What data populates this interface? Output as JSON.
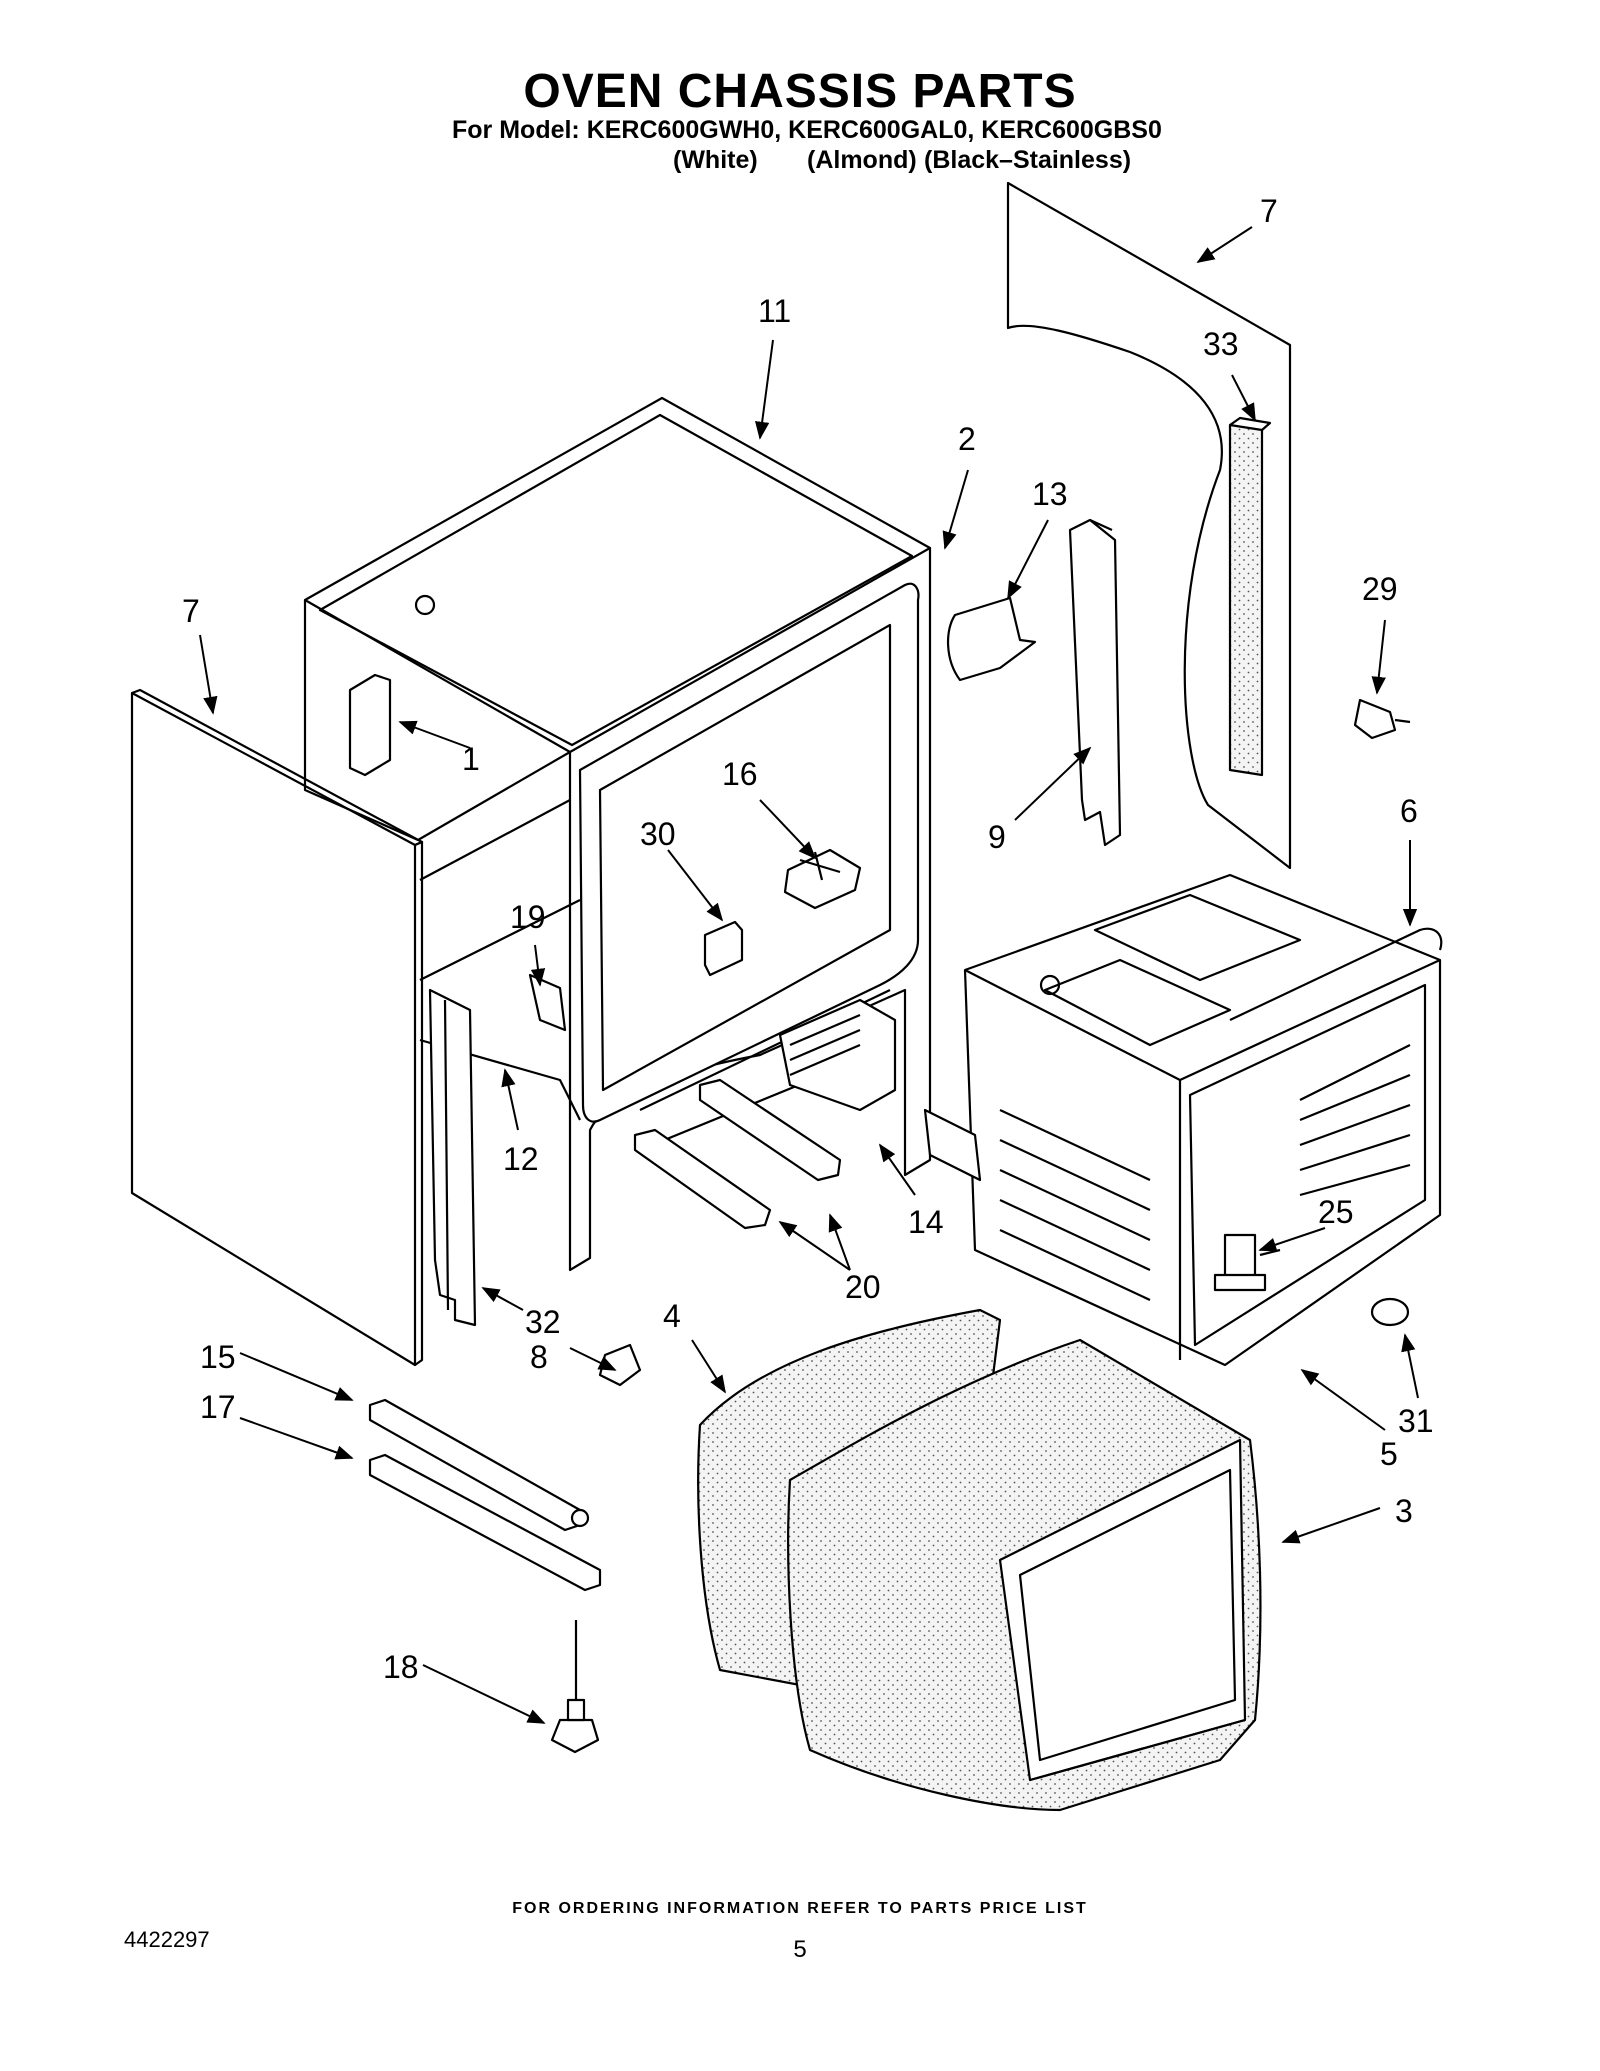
{
  "header": {
    "title": "OVEN CHASSIS PARTS",
    "models_line": "For Model: KERC600GWH0, KERC600GAL0, KERC600GBS0",
    "colors": [
      "(White)",
      "(Almond)",
      "(Black–Stainless)"
    ]
  },
  "callouts": {
    "c7a": "7",
    "c7b": "7",
    "c33": "33",
    "c11": "11",
    "c2": "2",
    "c13": "13",
    "c29": "29",
    "c1": "1",
    "c16": "16",
    "c30": "30",
    "c9": "9",
    "c6": "6",
    "c19": "19",
    "c12": "12",
    "c14": "14",
    "c25": "25",
    "c20": "20",
    "c4": "4",
    "c32": "32",
    "c8": "8",
    "c15": "15",
    "c17": "17",
    "c31": "31",
    "c5": "5",
    "c3": "3",
    "c18": "18"
  },
  "footer": {
    "ordering_note": "FOR ORDERING INFORMATION REFER TO PARTS PRICE LIST",
    "document_number": "4422297",
    "page_number": "5"
  },
  "colors": {
    "ink": "#000000",
    "paper": "#ffffff",
    "insulation_fill": "#f2f2f2"
  }
}
